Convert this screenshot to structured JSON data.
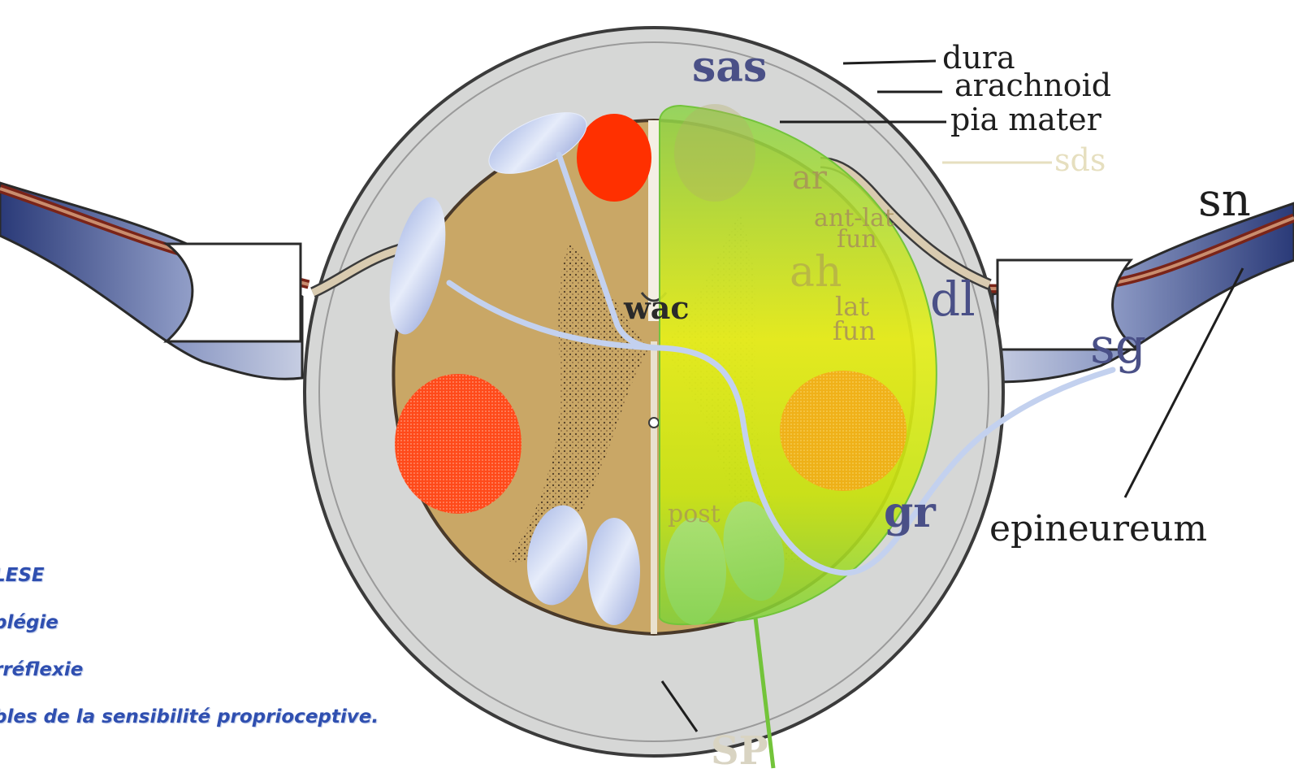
{
  "labels": {
    "sas": "sas",
    "dura": "dura",
    "arachnoid": "arachnoid",
    "pia_mater": "pia mater",
    "sds": "sds",
    "sn": "sn",
    "dl": "dl",
    "sg": "sg",
    "epineureum": "epineureum",
    "sp": "SP",
    "wac": "wac",
    "ah": "ah",
    "ar": "ar",
    "ant_lat_fun_1": "ant-lat",
    "ant_lat_fun_2": "fun",
    "lat_fun_1": "lat",
    "lat_fun_2": "fun",
    "post": "post",
    "gr": "gr"
  },
  "notes": [
    "LESE",
    "plégie",
    "rréflexie",
    "bles de la sensibilité proprioceptive."
  ],
  "colors": {
    "outer_tissue": "#d6d7d6",
    "cord": "#c9a766",
    "lesion_green": "#7ed321",
    "lesion_yellow": "#f5f500",
    "tract_red": "#ff3000",
    "tract_blue": "#c3d1ef",
    "label_blue": "#4a5087",
    "notes_blue": "#2f4fb0"
  }
}
